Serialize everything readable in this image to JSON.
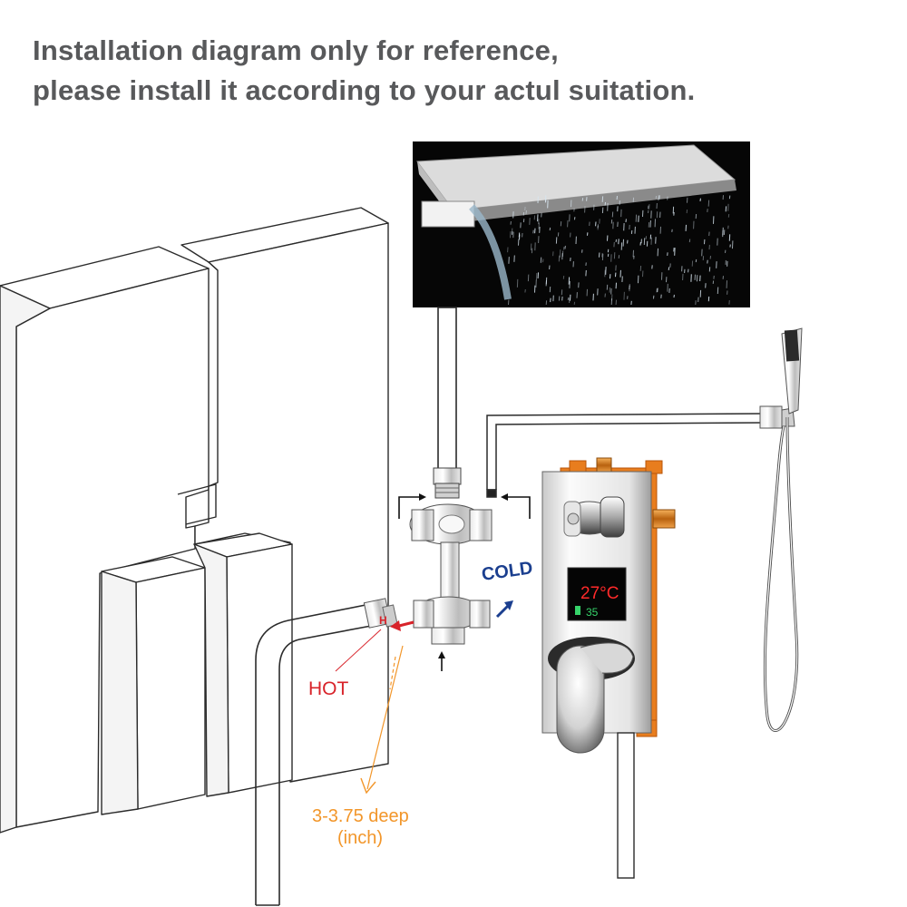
{
  "caption": {
    "line1": "Installation diagram only for reference,",
    "line2": "please install it according to your actul suitation."
  },
  "labels": {
    "hot": "HOT",
    "cold": "COLD",
    "hot_port_marker": "H",
    "depth_value": "3-3.75 deep",
    "depth_unit": "(inch)"
  },
  "display": {
    "temperature": "27°C",
    "flow": "35"
  },
  "colors": {
    "caption": "#58595b",
    "hot": "#d8232a",
    "cold": "#1b3f8f",
    "depth": "#f2962a",
    "valve_box": "#e87d1e",
    "display_red": "#ff2a2a",
    "display_green": "#36d36a"
  },
  "icons": {
    "rain_shower_head": "rain-shower-head",
    "hand_shower": "hand-shower",
    "diverter_fitting": "diverter-fitting",
    "thermostatic_valve": "thermostatic-mixing-valve"
  }
}
